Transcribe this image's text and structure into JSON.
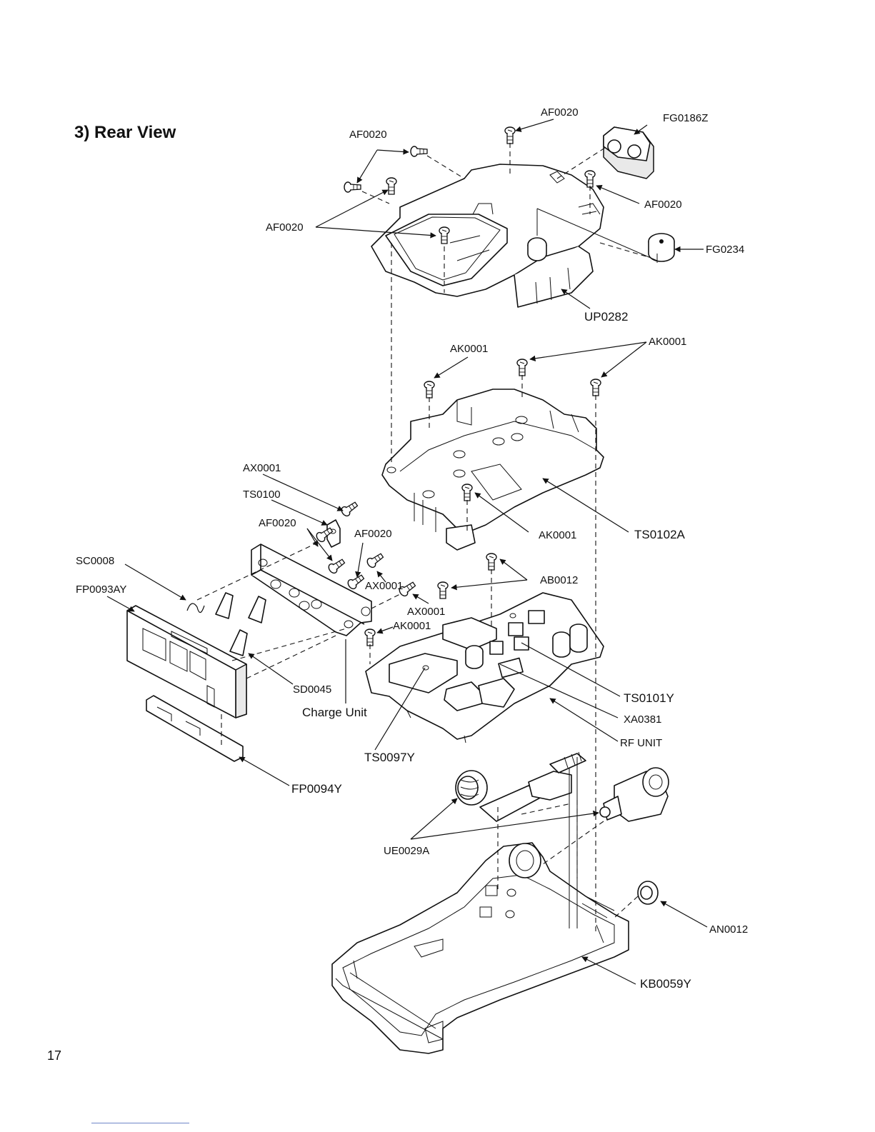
{
  "section": {
    "title": "3) Rear View"
  },
  "page_number": "17",
  "labels": {
    "af0020_top": "AF0020",
    "af0020_left": "AF0020",
    "fg0186z": "FG0186Z",
    "af0020_right": "AF0020",
    "af0020_mid": "AF0020",
    "fg0234": "FG0234",
    "up0282": "UP0282",
    "ak0001_a": "AK0001",
    "ak0001_b": "AK0001",
    "ax0001_a": "AX0001",
    "ts0100": "TS0100",
    "af0020_c": "AF0020",
    "af0020_d": "AF0020",
    "ak0001_c": "AK0001",
    "ts0102a": "TS0102A",
    "sc0008": "SC0008",
    "fp0093ay": "FP0093AY",
    "ax0001_b": "AX0001",
    "ab0012": "AB0012",
    "ax0001_c": "AX0001",
    "ak0001_d": "AK0001",
    "sd0045": "SD0045",
    "charge_unit": "Charge Unit",
    "ts0101y": "TS0101Y",
    "xa0381": "XA0381",
    "rf_unit": "RF UNIT",
    "ts0097y": "TS0097Y",
    "fp0094y": "FP0094Y",
    "ue0029a": "UE0029A",
    "an0012": "AN0012",
    "kb0059y": "KB0059Y"
  }
}
